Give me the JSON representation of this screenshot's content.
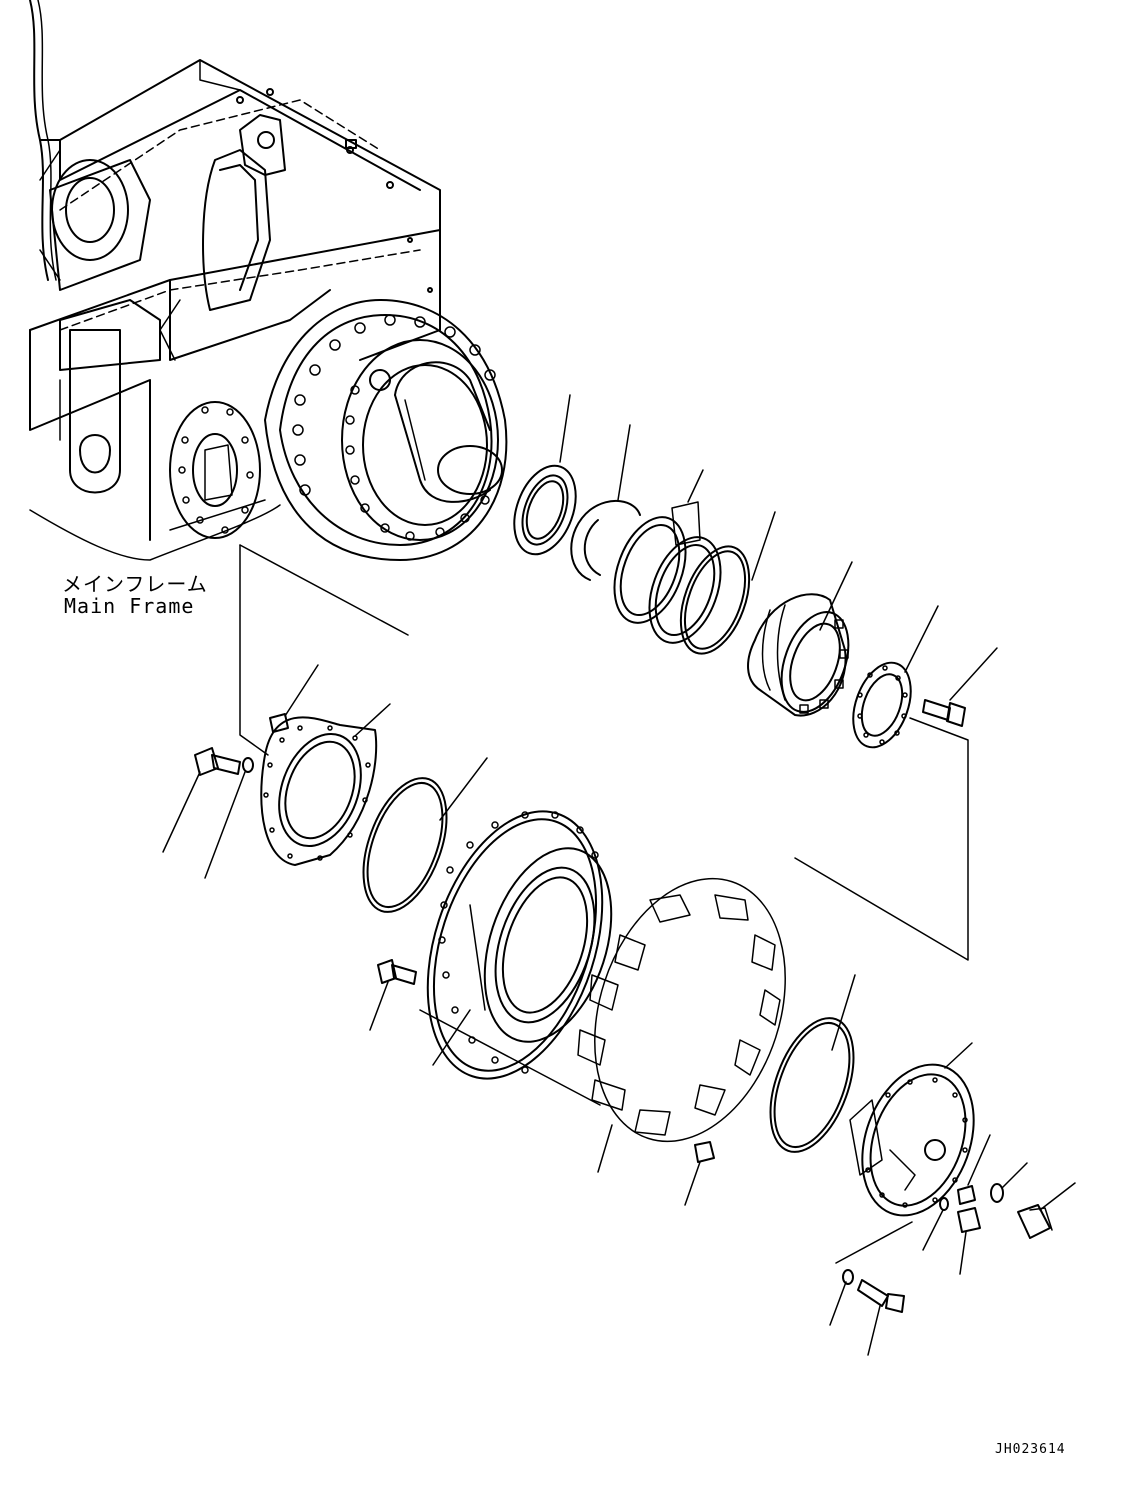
{
  "labels": {
    "main_frame_jp": "メインフレーム",
    "main_frame_en": "Main Frame",
    "drawing_code": "JH023614"
  },
  "colors": {
    "line": "#000000",
    "background": "#ffffff"
  }
}
